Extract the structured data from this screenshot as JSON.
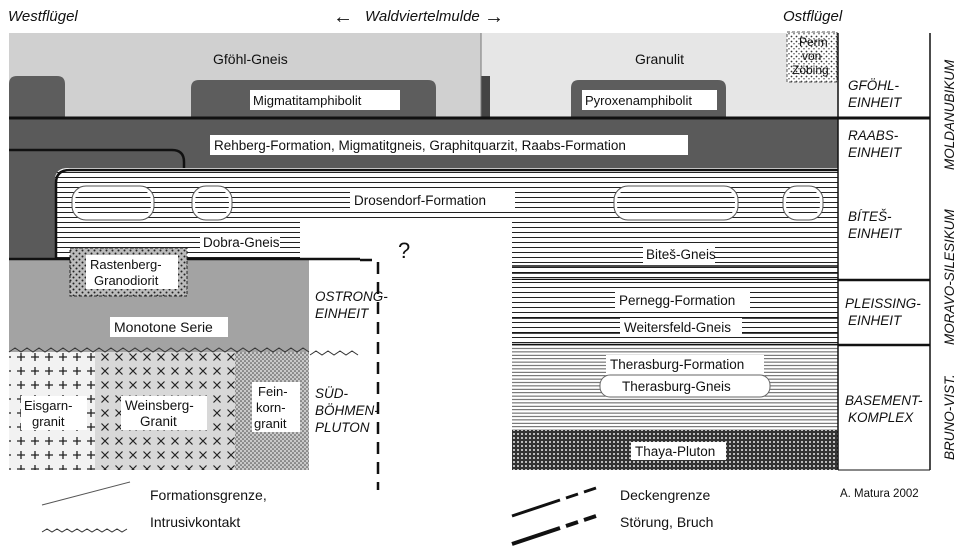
{
  "header": {
    "west": "Westflügel",
    "center": "Waldviertelmulde",
    "east": "Ostflügel",
    "arrow_left": "←",
    "arrow_right": "→"
  },
  "units": {
    "gfoehl_gneis": "Gföhl-Gneis",
    "migmatitamphibolit": "Migmatitamphibolit",
    "granulit": "Granulit",
    "pyroxenamphibolit": "Pyroxenamphibolit",
    "perm_1": "Perm",
    "perm_2": "von",
    "perm_3": "Zöbing",
    "rehberg": "Rehberg-Formation, Migmatitgneis, Graphitquarzit, Raabs-Formation",
    "drosendorf": "Drosendorf-Formation",
    "dobra": "Dobra-Gneis",
    "question": "?",
    "rastenberg_1": "Rastenberg-",
    "rastenberg_2": "Granodiorit",
    "bites_gneis": "Biteš-Gneis",
    "monotone": "Monotone Serie",
    "pernegg": "Pernegg-Formation",
    "weitersfeld": "Weitersfeld-Gneis",
    "therasburg_formation": "Therasburg-Formation",
    "therasburg_gneis": "Therasburg-Gneis",
    "thaya": "Thaya-Pluton",
    "eisgarn_1": "Eisgarn-",
    "eisgarn_2": "granit",
    "weinsberg_1": "Weinsberg-",
    "weinsberg_2": "Granit",
    "feinkorn_1": "Fein-",
    "feinkorn_2": "korn-",
    "feinkorn_3": "granit"
  },
  "units_right": {
    "gfoehl_1": "GFÖHL-",
    "gfoehl_2": "EINHEIT",
    "raabs_1": "RAABS-",
    "raabs_2": "EINHEIT",
    "bites_1": "BÍTEŠ-",
    "bites_2": "EINHEIT",
    "pleissing_1": "PLEISSING-",
    "pleissing_2": "EINHEIT",
    "basement_1": "BASEMENT-",
    "basement_2": "KOMPLEX"
  },
  "units_middle": {
    "ostrong_1": "OSTRONG-",
    "ostrong_2": "EINHEIT",
    "sued_1": "SÜD-",
    "sued_2": "BÖHMEN-",
    "sued_3": "PLUTON"
  },
  "domains": {
    "moldanubikum": "MOLDANUBIKUM",
    "moravo": "MORAVO-SILESIKUM",
    "bruno": "BRUNO-VIST."
  },
  "legend": {
    "formationsgrenze": "Formationsgrenze,",
    "intrusivkontakt": "Intrusivkontakt",
    "deckengrenze": "Deckengrenze",
    "stoerung": "Störung, Bruch",
    "credit": "A. Matura  2002"
  },
  "colors": {
    "light_grey": "#d4d4d4",
    "very_light_grey": "#e4e4e4",
    "mid_grey": "#a3a3a3",
    "dark_grey": "#5d5d5d",
    "line": "#111111"
  }
}
